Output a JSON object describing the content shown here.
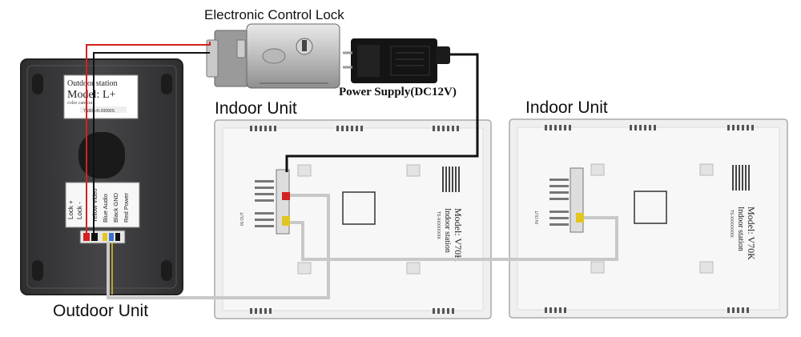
{
  "labels": {
    "lock": "Electronic Control Lock",
    "power_supply": "Power Supply(DC12V)",
    "indoor_unit_1": "Indoor Unit",
    "indoor_unit_2": "Indoor Unit",
    "outdoor_unit": "Outdoor Unit"
  },
  "outdoor_station": {
    "sticker_title": "Outdoor station",
    "sticker_model": "Model:  L+",
    "sticker_sub": "color camera",
    "sticker_serial": "TS805-R-20090S",
    "terminals_left": [
      "Lock +",
      "Lock -"
    ],
    "terminals_right": [
      "Yellow Video",
      "Blue Audio",
      "Black GND",
      "Red Power"
    ]
  },
  "indoor_station_1": {
    "sticker_title": "Indoor station",
    "sticker_model": "Model: V70K",
    "sticker_serial": "TS-XXXXXXXX"
  },
  "indoor_station_2": {
    "sticker_title": "Indoor station",
    "sticker_model": "Model: V70K",
    "sticker_serial": "TS-XXXXXXXX"
  },
  "colors": {
    "outdoor_body": "#3b3b3d",
    "indoor_body": "#f3f3f3",
    "wire_red": "#d42020",
    "wire_black": "#111111",
    "wire_gray": "#c8c8c8"
  }
}
